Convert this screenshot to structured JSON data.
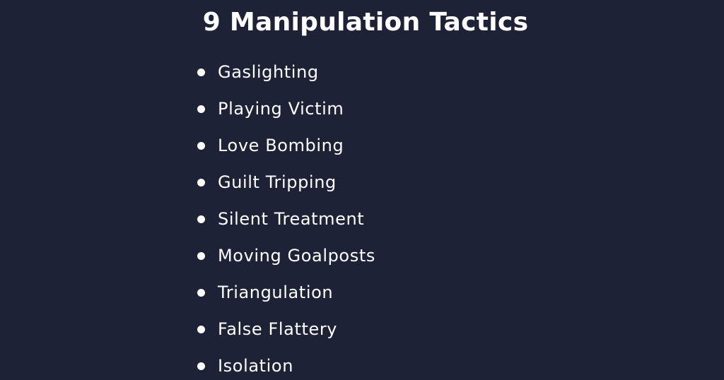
{
  "slide": {
    "title": "9 Manipulation Tactics",
    "background_color": "#1e2236",
    "text_color": "#ffffff",
    "items": [
      {
        "label": "Gaslighting",
        "icon": "bullet-dot"
      },
      {
        "label": "Playing Victim",
        "icon": "bullet-dot"
      },
      {
        "label": "Love Bombing",
        "icon": "bullet-dot"
      },
      {
        "label": "Guilt Tripping",
        "icon": "bullet-dot"
      },
      {
        "label": "Silent Treatment",
        "icon": "bullet-dot"
      },
      {
        "label": "Moving Goalposts",
        "icon": "bullet-dot"
      },
      {
        "label": "Triangulation",
        "icon": "bullet-dot"
      },
      {
        "label": "False Flattery",
        "icon": "bullet-dot"
      },
      {
        "label": "Isolation",
        "icon": "bullet-dot"
      }
    ]
  }
}
